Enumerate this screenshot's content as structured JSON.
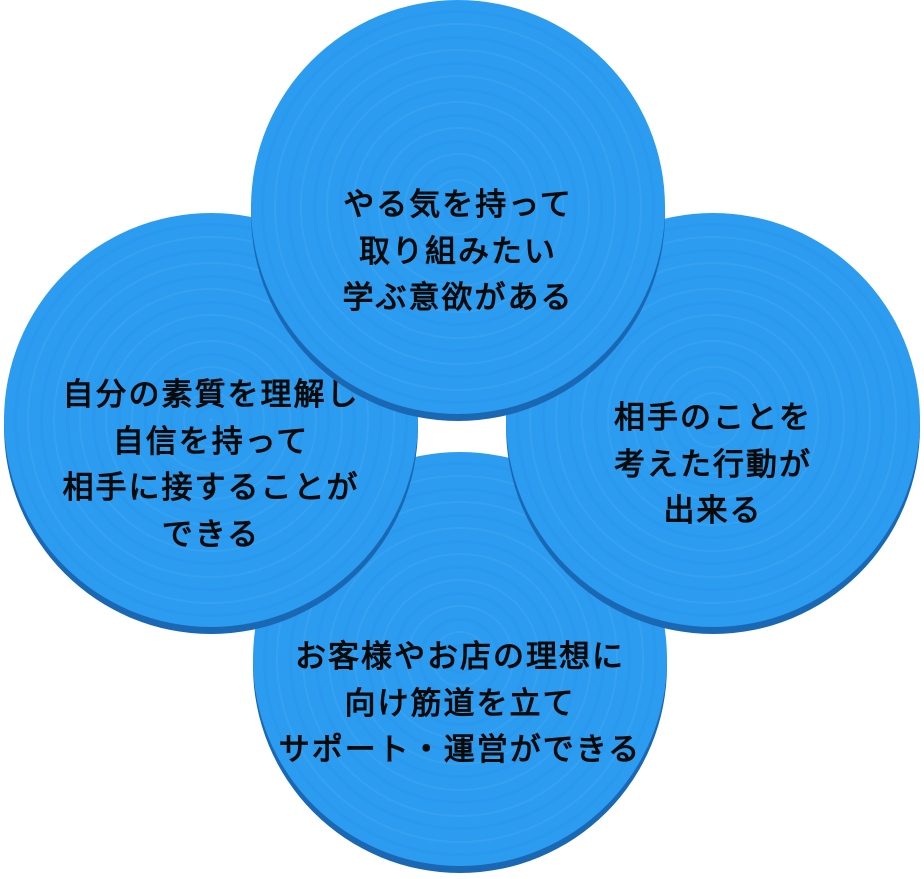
{
  "diagram": {
    "type": "overlapping-circles",
    "colors": {
      "background": "#FFFFFF",
      "circle_fill": "#2B9CF0",
      "circle_rim": "#1A68B4",
      "text_color": "#0A0A0A"
    },
    "circles": [
      {
        "position": "top",
        "lines": [
          "やる気を持って",
          "取り組みたい",
          "学ぶ意欲がある"
        ]
      },
      {
        "position": "left",
        "lines": [
          "自分の素質を理解し",
          "自信を持って",
          "相手に接することが",
          "できる"
        ]
      },
      {
        "position": "right",
        "lines": [
          "相手のことを",
          "考えた行動が",
          "出来る"
        ]
      },
      {
        "position": "bottom",
        "lines": [
          "お客様やお店の理想に",
          "向け筋道を立て",
          "サポート・運営ができる"
        ]
      }
    ]
  }
}
